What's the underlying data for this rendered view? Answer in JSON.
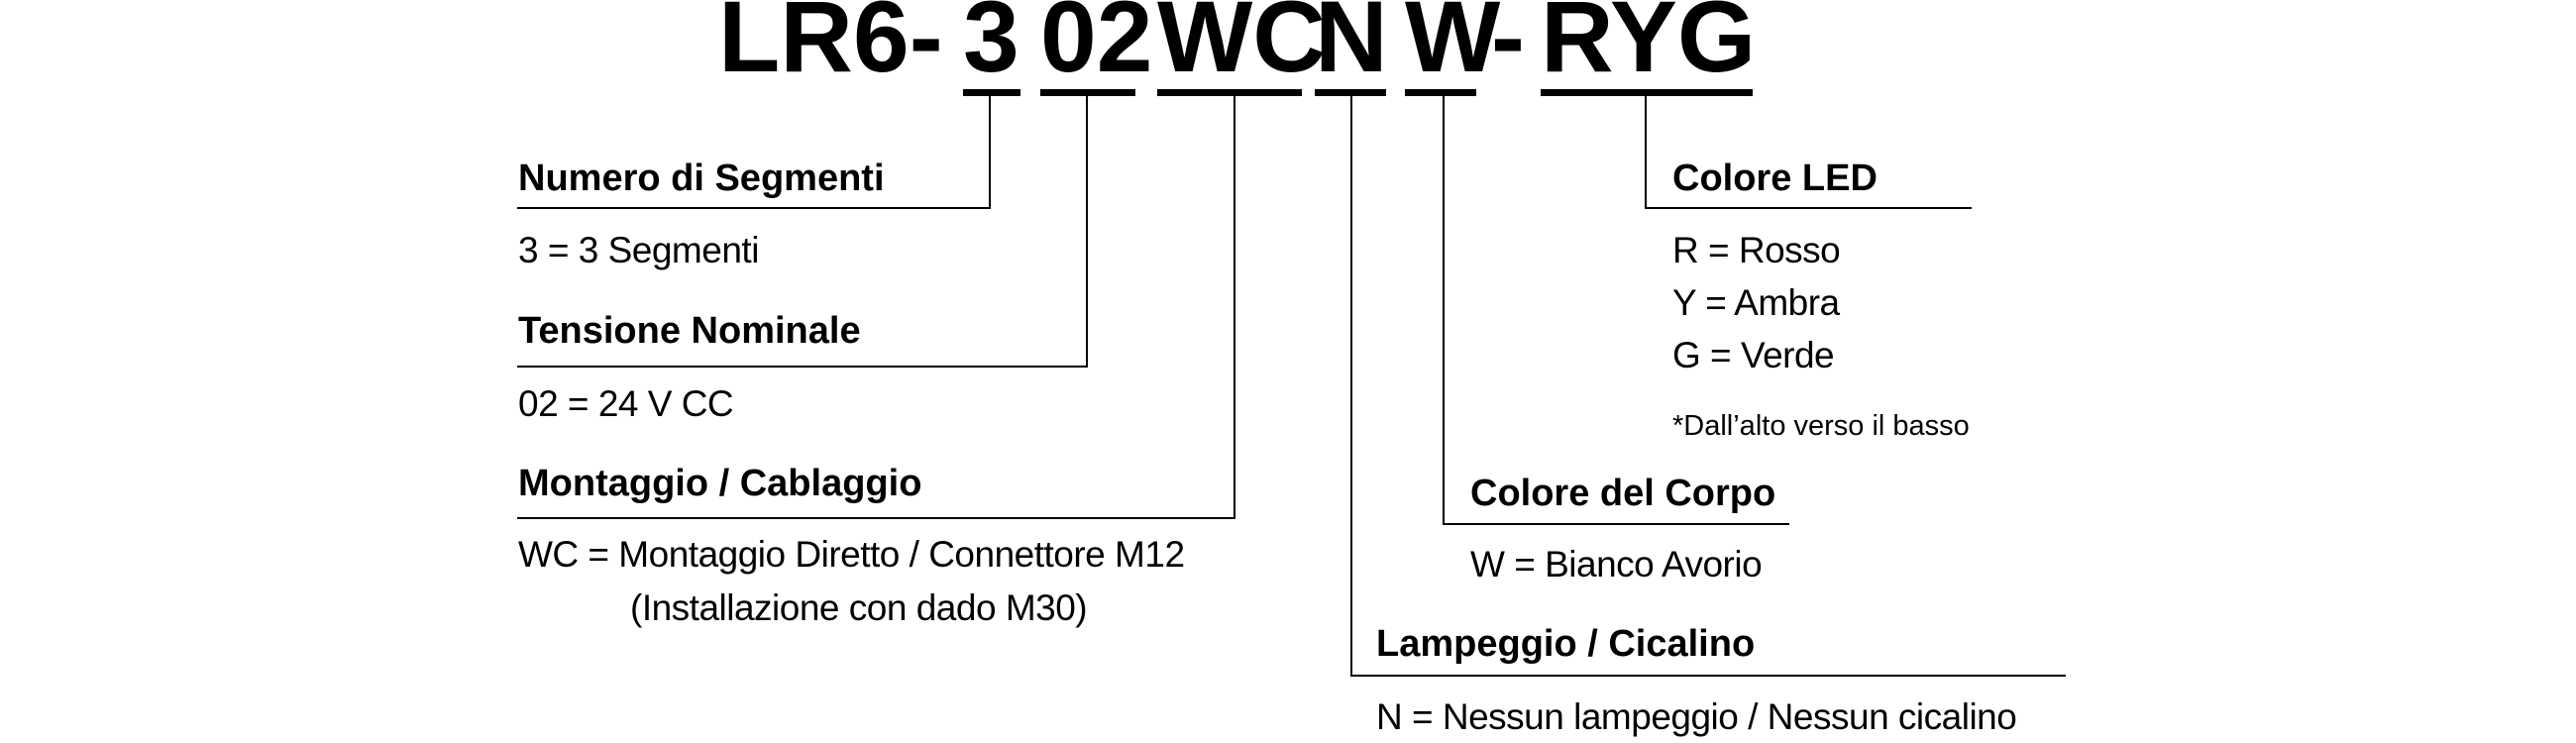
{
  "model_code": {
    "prefix": "LR6-",
    "segments": "3",
    "voltage": "02",
    "mounting": "WC",
    "flash": "N",
    "body": "W",
    "sep": "-",
    "led": "RYG"
  },
  "fields": {
    "segments": {
      "title": "Numero di Segmenti",
      "options": [
        "3 = 3 Segmenti"
      ]
    },
    "voltage": {
      "title": "Tensione Nominale",
      "options": [
        "02 = 24 V CC"
      ]
    },
    "mounting": {
      "title": "Montaggio / Cablaggio",
      "options": [
        "WC = Montaggio Diretto / Connettore M12",
        "(Installazione con dado M30)"
      ]
    },
    "led": {
      "title": "Colore LED",
      "options": [
        "R = Rosso",
        "Y = Ambra",
        "G = Verde"
      ],
      "note": "*Dall’alto verso il basso"
    },
    "body": {
      "title": "Colore del Corpo",
      "options": [
        "W = Bianco Avorio"
      ]
    },
    "flash": {
      "title": "Lampeggio / Cicalino",
      "options": [
        "N = Nessun lampeggio / Nessun cicalino"
      ]
    }
  }
}
